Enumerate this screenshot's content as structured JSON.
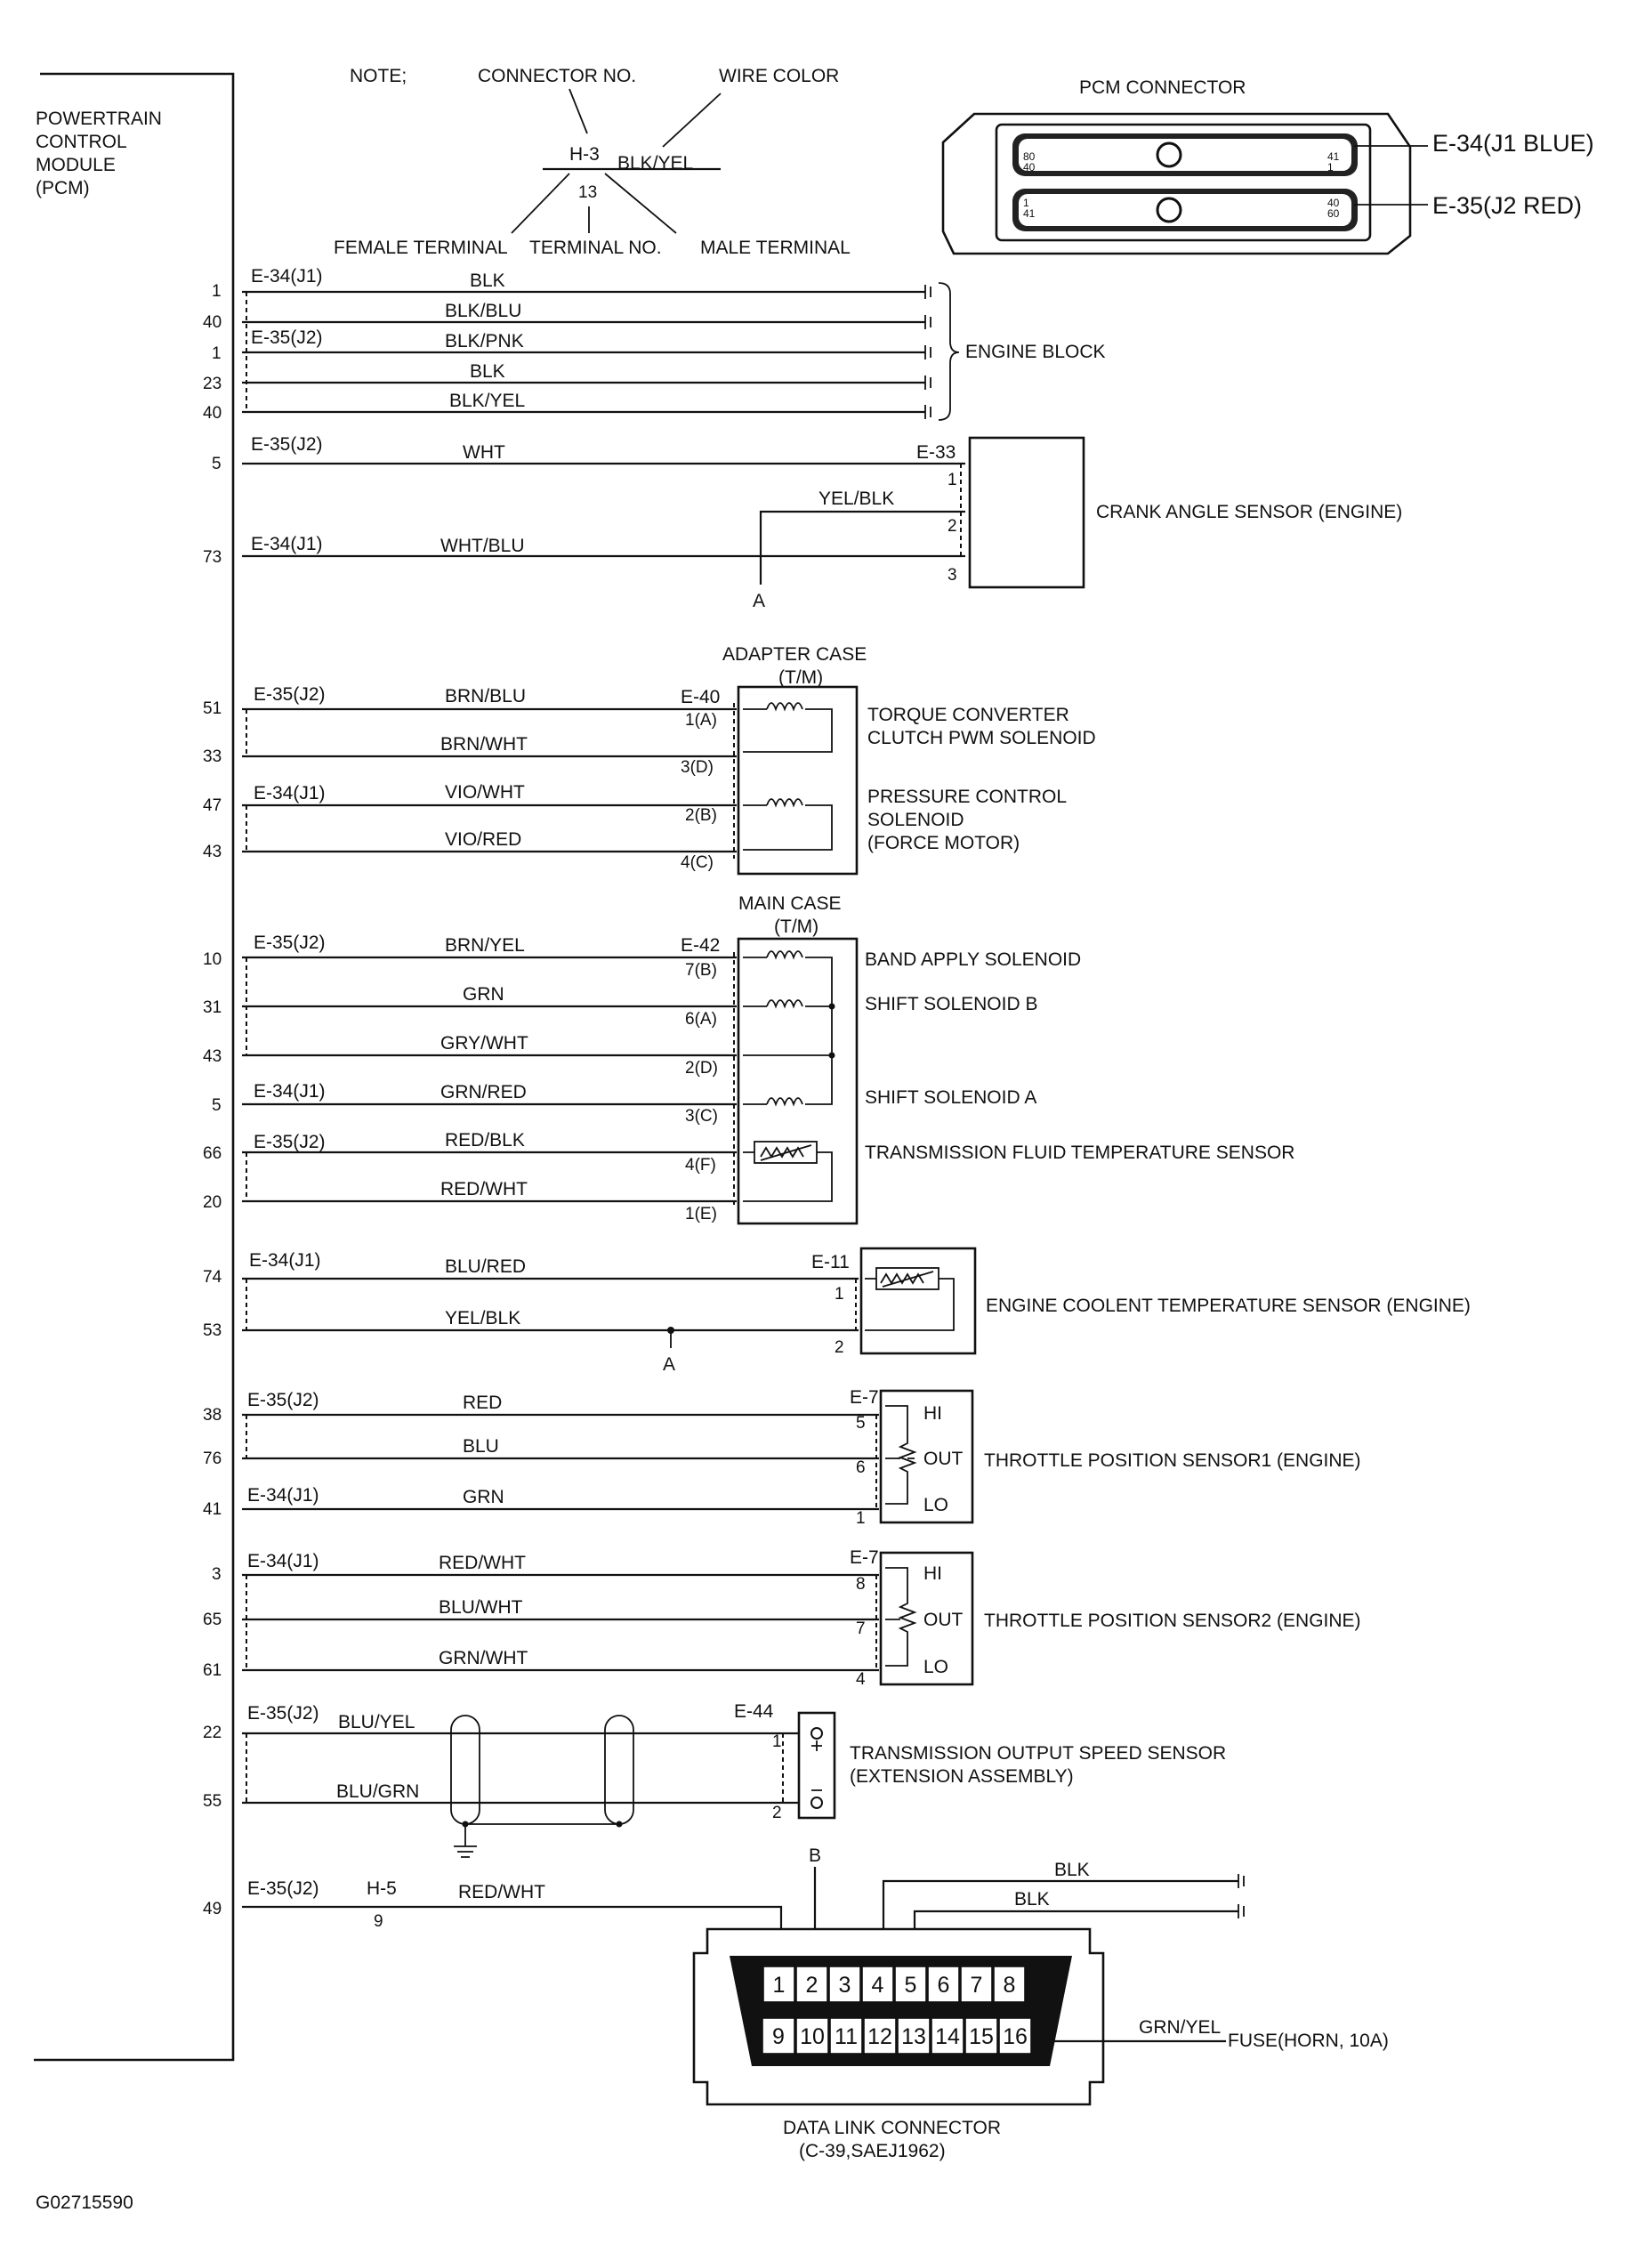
{
  "pcm_title": [
    "POWERTRAIN",
    "CONTROL",
    "MODULE",
    "(PCM)"
  ],
  "note": {
    "note": "NOTE;",
    "connector_no": "CONNECTOR NO.",
    "wire_color": "WIRE COLOR",
    "example_connector": "H-3",
    "example_color": "BLK/YEL",
    "example_pin": "13",
    "female_terminal": "FEMALE TERMINAL",
    "terminal_no": "TERMINAL NO.",
    "male_terminal": "MALE TERMINAL"
  },
  "pcm_connector": {
    "title": "PCM CONNECTOR",
    "j1": "E-34(J1 BLUE)",
    "j2": "E-35(J2 RED)",
    "pins_top": [
      "80",
      "40",
      "41",
      "1"
    ],
    "pins_bottom": [
      "1",
      "41",
      "40",
      "60"
    ]
  },
  "connectors": {
    "j1": "E-34(J1)",
    "j2": "E-35(J2)"
  },
  "engine_block": {
    "label": "ENGINE BLOCK",
    "pins": [
      "1",
      "40",
      "1",
      "23",
      "40"
    ],
    "colors": [
      "BLK",
      "BLK/BLU",
      "BLK/PNK",
      "BLK",
      "BLK/YEL"
    ]
  },
  "crank": {
    "connector": "E-33",
    "label": "CRANK ANGLE SENSOR (ENGINE)",
    "pins": [
      "5",
      "73"
    ],
    "colors": [
      "WHT",
      "YEL/BLK",
      "WHT/BLU"
    ],
    "term": [
      "1",
      "2",
      "3"
    ],
    "node": "A"
  },
  "adapter_case": {
    "title": "ADAPTER CASE",
    "sub": "(T/M)",
    "connector": "E-40",
    "pins": [
      "51",
      "33",
      "47",
      "43"
    ],
    "colors": [
      "BRN/BLU",
      "BRN/WHT",
      "VIO/WHT",
      "VIO/RED"
    ],
    "term": [
      "1(A)",
      "3(D)",
      "2(B)",
      "4(C)"
    ],
    "tcc": [
      "TORQUE CONVERTER",
      "CLUTCH PWM SOLENOID"
    ],
    "pcs": [
      "PRESSURE CONTROL",
      "SOLENOID",
      "(FORCE MOTOR)"
    ]
  },
  "main_case": {
    "title": "MAIN CASE",
    "sub": "(T/M)",
    "connector": "E-42",
    "pins": [
      "10",
      "31",
      "43",
      "5",
      "66",
      "20"
    ],
    "colors": [
      "BRN/YEL",
      "GRN",
      "GRY/WHT",
      "GRN/RED",
      "RED/BLK",
      "RED/WHT"
    ],
    "term": [
      "7(B)",
      "6(A)",
      "2(D)",
      "3(C)",
      "4(F)",
      "1(E)"
    ],
    "band": "BAND APPLY SOLENOID",
    "ssb": "SHIFT SOLENOID B",
    "ssa": "SHIFT SOLENOID A",
    "tft": "TRANSMISSION FLUID TEMPERATURE SENSOR"
  },
  "ect": {
    "connector": "E-11",
    "label": "ENGINE COOLENT TEMPERATURE SENSOR (ENGINE)",
    "pins": [
      "74",
      "53"
    ],
    "colors": [
      "BLU/RED",
      "YEL/BLK"
    ],
    "term": [
      "1",
      "2"
    ],
    "node": "A"
  },
  "tps1": {
    "connector": "E-7",
    "label": "THROTTLE POSITION SENSOR1 (ENGINE)",
    "pins": [
      "38",
      "76",
      "41"
    ],
    "colors": [
      "RED",
      "BLU",
      "GRN"
    ],
    "term": [
      "5",
      "6",
      "1"
    ],
    "hi": "HI",
    "out": "OUT",
    "lo": "LO"
  },
  "tps2": {
    "connector": "E-7",
    "label": "THROTTLE POSITION SENSOR2 (ENGINE)",
    "pins": [
      "3",
      "65",
      "61"
    ],
    "colors": [
      "RED/WHT",
      "BLU/WHT",
      "GRN/WHT"
    ],
    "term": [
      "8",
      "7",
      "4"
    ],
    "hi": "HI",
    "out": "OUT",
    "lo": "LO"
  },
  "toss": {
    "connector": "E-44",
    "label": [
      "TRANSMISSION OUTPUT SPEED SENSOR",
      "(EXTENSION ASSEMBLY)"
    ],
    "pins": [
      "22",
      "55"
    ],
    "colors": [
      "BLU/YEL",
      "BLU/GRN"
    ],
    "term": [
      "1",
      "2"
    ]
  },
  "dlc": {
    "pin": "49",
    "inline_conn": "H-5",
    "inline_pin": "9",
    "color": "RED/WHT",
    "node": "B",
    "gnd_colors": [
      "BLK",
      "BLK"
    ],
    "fuse_color": "GRN/YEL",
    "fuse": "FUSE(HORN, 10A)",
    "top_row": [
      "1",
      "2",
      "3",
      "4",
      "5",
      "6",
      "7",
      "8"
    ],
    "bottom_row": [
      "9",
      "10",
      "11",
      "12",
      "13",
      "14",
      "15",
      "16"
    ],
    "title": "DATA LINK CONNECTOR",
    "sub": "(C-39,SAEJ1962)"
  },
  "figure_id": "G02715590"
}
